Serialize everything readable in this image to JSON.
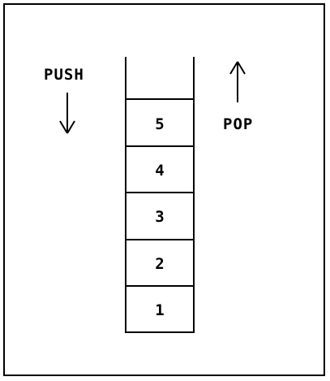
{
  "labels": {
    "push": "PUSH",
    "pop": "POP"
  },
  "stack": {
    "items": [
      "5",
      "4",
      "3",
      "2",
      "1"
    ]
  },
  "colors": {
    "line": "#000000",
    "background": "#ffffff"
  }
}
